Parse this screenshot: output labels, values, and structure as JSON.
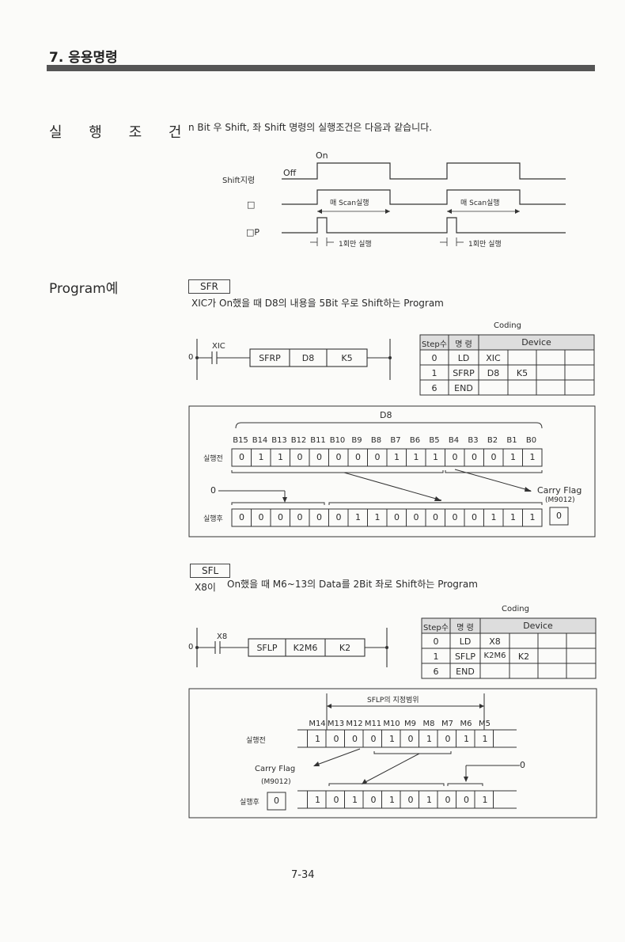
{
  "header": {
    "title": "7. 응용명령"
  },
  "section1": {
    "heading": "실 행 조 건",
    "description": "n Bit 우 Shift, 좌 Shift 명령의 실행조건은 다음과 같습니다.",
    "timing": {
      "on_label": "On",
      "off_label": "Off",
      "shift_label": "Shift지령",
      "row2_label": "□",
      "row3_label": "□P",
      "every_scan_1": "매 Scan실행",
      "every_scan_2": "매 Scan실행",
      "once_1": "1회만 실행",
      "once_2": "1회만 실행"
    }
  },
  "section2": {
    "heading": "Program예",
    "sfr": {
      "tag": "SFR",
      "description": "XIC가 On했을 때 D8의 내용을 5Bit 우로 Shift하는 Program",
      "ladder": {
        "step0": "0",
        "contact": "XIC",
        "op": "SFRP",
        "arg1": "D8",
        "arg2": "K5"
      },
      "coding": {
        "title": "Coding",
        "headers": [
          "Step수",
          "명 령",
          "Device"
        ],
        "rows": [
          [
            "0",
            "LD",
            "XIC",
            ""
          ],
          [
            "1",
            "SFRP",
            "D8",
            "K5"
          ],
          [
            "6",
            "END",
            "",
            ""
          ]
        ]
      },
      "diagram": {
        "register": "D8",
        "bit_labels": [
          "B15",
          "B14",
          "B13",
          "B12",
          "B11",
          "B10",
          "B9",
          "B8",
          "B7",
          "B6",
          "B5",
          "B4",
          "B3",
          "B2",
          "B1",
          "B0"
        ],
        "before_label": "실행전",
        "before": [
          "0",
          "1",
          "1",
          "0",
          "0",
          "0",
          "0",
          "0",
          "1",
          "1",
          "1",
          "0",
          "0",
          "0",
          "1",
          "1"
        ],
        "after_label": "실행후",
        "after": [
          "0",
          "0",
          "0",
          "0",
          "0",
          "0",
          "1",
          "1",
          "0",
          "0",
          "0",
          "0",
          "0",
          "1",
          "1",
          "1"
        ],
        "zero_in": "0",
        "carry_label": "Carry Flag",
        "carry_dev": "(M9012)",
        "carry_value": "0"
      }
    },
    "sfl": {
      "tag": "SFL",
      "description_a": "X8이",
      "description_b": "On했을 때 M6~13의 Data를 2Bit 좌로 Shift하는 Program",
      "ladder": {
        "step0": "0",
        "contact": "X8",
        "op": "SFLP",
        "arg1": "K2M6",
        "arg2": "K2"
      },
      "coding": {
        "title": "Coding",
        "headers": [
          "Step수",
          "명 령",
          "Device"
        ],
        "rows": [
          [
            "0",
            "LD",
            "X8",
            ""
          ],
          [
            "1",
            "SFLP",
            "K2M6",
            "K2"
          ],
          [
            "6",
            "END",
            "",
            ""
          ]
        ]
      },
      "diagram": {
        "range_label": "SFLP의 지정범위",
        "bit_labels": [
          "M14",
          "M13",
          "M12",
          "M11",
          "M10",
          "M9",
          "M8",
          "M7",
          "M6",
          "M5"
        ],
        "before_label": "실행전",
        "before": [
          "1",
          "0",
          "0",
          "0",
          "1",
          "0",
          "1",
          "0",
          "1",
          "1"
        ],
        "after_label": "실행후",
        "after": [
          "1",
          "0",
          "1",
          "0",
          "1",
          "0",
          "1",
          "0",
          "0",
          "1"
        ],
        "carry_label": "Carry Flag",
        "carry_dev": "(M9012)",
        "carry_value": "0",
        "zero_in": "0"
      }
    }
  },
  "footer": {
    "page": "7-34"
  }
}
